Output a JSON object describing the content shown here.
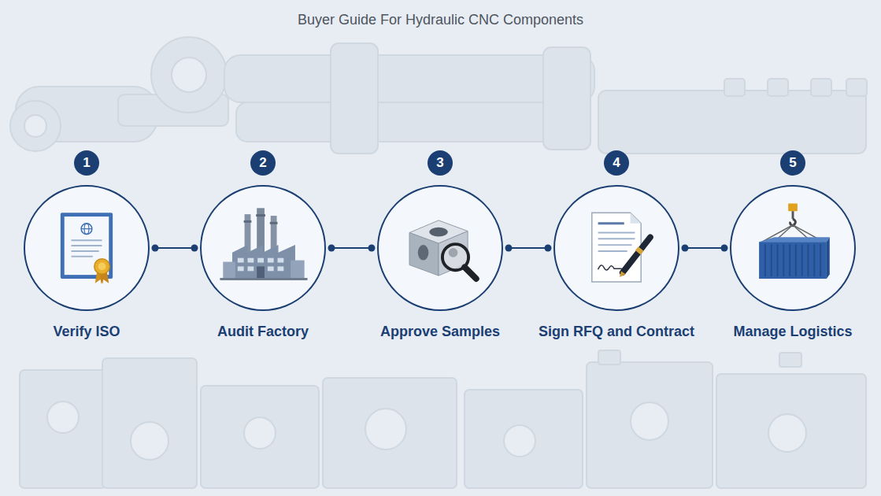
{
  "diagram": {
    "title": "Buyer Guide For Hydraulic CNC Components",
    "nodes": [
      {
        "text": [
          "1"
        ]
      },
      {
        "text": [
          "Verify ISO"
        ]
      },
      {
        "text": [
          "2"
        ]
      },
      {
        "text": [
          "Audit Factory"
        ]
      },
      {
        "text": [
          "3"
        ]
      },
      {
        "text": [
          "Approve Samples"
        ]
      },
      {
        "text": [
          "4"
        ]
      },
      {
        "text": [
          "Sign RFQ and Contract"
        ]
      },
      {
        "text": [
          "5"
        ]
      },
      {
        "text": [
          "Manage Logistics"
        ]
      }
    ],
    "edges": [
      {
        "from": 1,
        "to": 3,
        "arrow": "none"
      },
      {
        "from": 3,
        "to": 5,
        "arrow": "none"
      },
      {
        "from": 5,
        "to": 7,
        "arrow": "none"
      },
      {
        "from": 7,
        "to": 9,
        "arrow": "none"
      }
    ]
  }
}
